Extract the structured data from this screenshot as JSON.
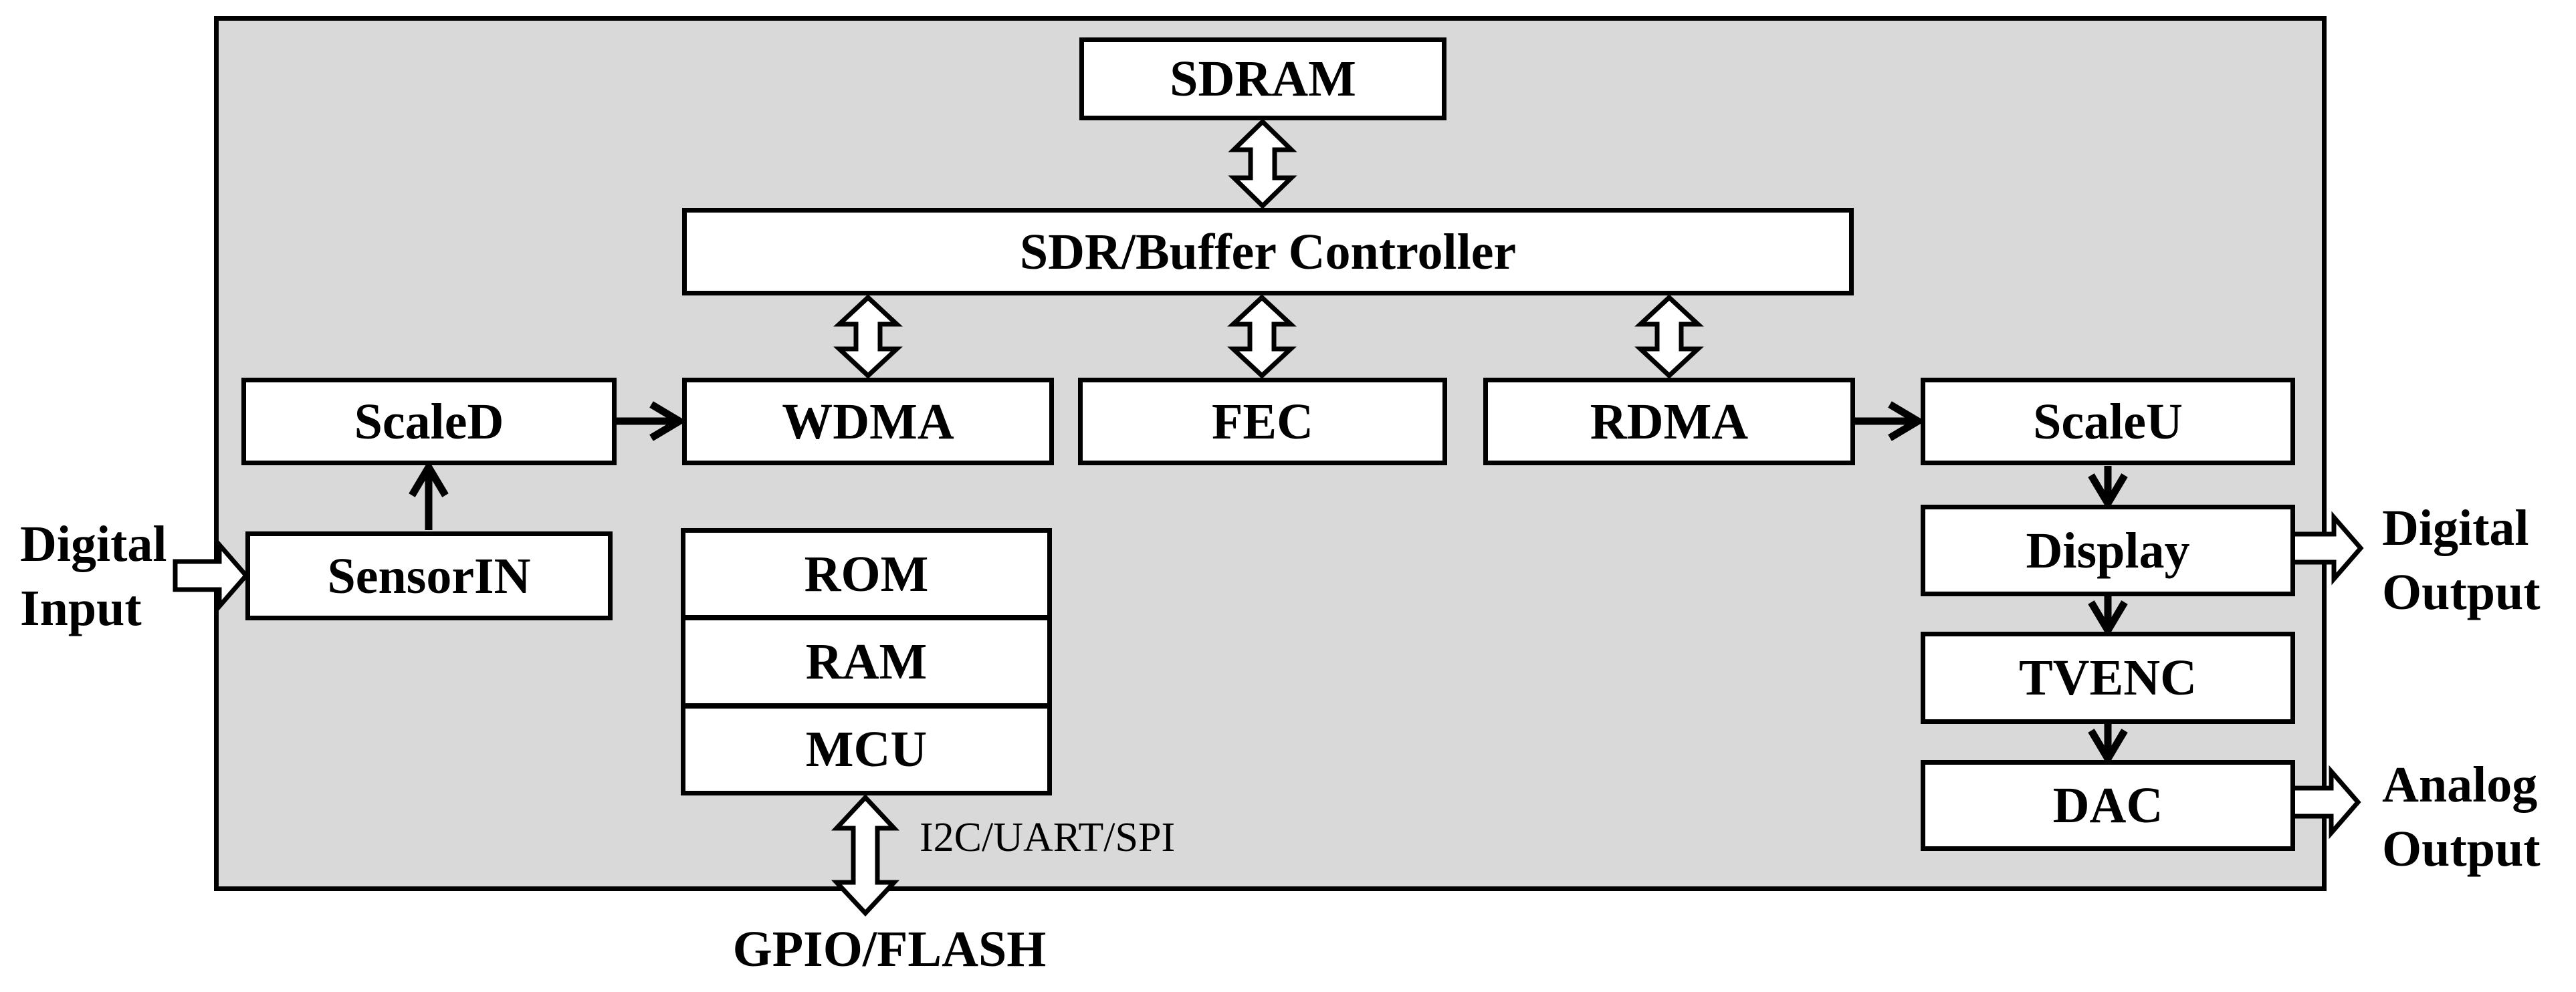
{
  "diagram": {
    "type": "soc-block-diagram",
    "colors": {
      "chip_fill": "#d9d9d9",
      "block_fill": "#ffffff",
      "line_color": "#000000",
      "background": "#ffffff"
    }
  },
  "blocks": {
    "sdram": "SDRAM",
    "controller": "SDR/Buffer Controller",
    "scaled": "ScaleD",
    "wdma": "WDMA",
    "fec": "FEC",
    "rdma": "RDMA",
    "scaleu": "ScaleU",
    "sensorin": "SensorIN",
    "rom": "ROM",
    "ram": "RAM",
    "mcu": "MCU",
    "display": "Display",
    "tvenc": "TVENC",
    "dac": "DAC"
  },
  "labels": {
    "digital_input": [
      "Digital",
      "Input"
    ],
    "digital_output": [
      "Digital",
      "Output"
    ],
    "analog_output": [
      "Analog",
      "Output"
    ],
    "bus": "I2C/UART/SPI",
    "gpio": "GPIO/FLASH"
  }
}
